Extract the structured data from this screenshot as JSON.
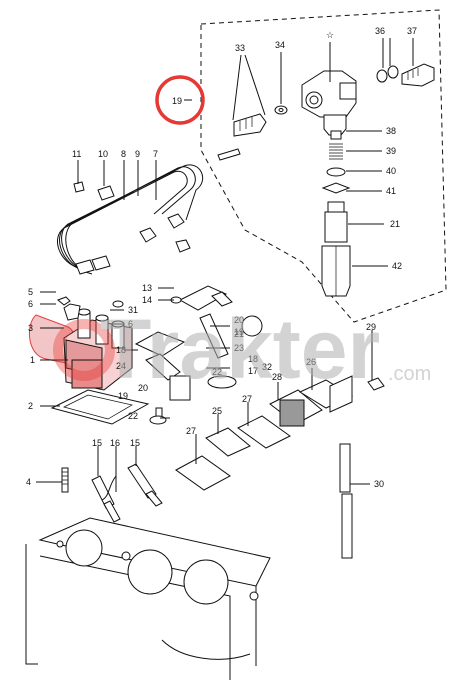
{
  "diagram": {
    "callouts": [
      {
        "id": "c33",
        "text": "33"
      },
      {
        "id": "c34",
        "text": "34"
      },
      {
        "id": "c35",
        "text": "☆"
      },
      {
        "id": "c36",
        "text": "36"
      },
      {
        "id": "c37",
        "text": "37"
      },
      {
        "id": "c38",
        "text": "38"
      },
      {
        "id": "c39",
        "text": "39"
      },
      {
        "id": "c40",
        "text": "40"
      },
      {
        "id": "c41",
        "text": "41"
      },
      {
        "id": "c21a",
        "text": "21"
      },
      {
        "id": "c42",
        "text": "42"
      },
      {
        "id": "c11",
        "text": "11"
      },
      {
        "id": "c10",
        "text": "10"
      },
      {
        "id": "c8",
        "text": "8"
      },
      {
        "id": "c9",
        "text": "9"
      },
      {
        "id": "c7",
        "text": "7"
      },
      {
        "id": "c5",
        "text": "5"
      },
      {
        "id": "c6a",
        "text": "6"
      },
      {
        "id": "c3",
        "text": "3"
      },
      {
        "id": "c1",
        "text": "1"
      },
      {
        "id": "c2",
        "text": "2"
      },
      {
        "id": "c4",
        "text": "4"
      },
      {
        "id": "c13",
        "text": "13"
      },
      {
        "id": "c14",
        "text": "14"
      },
      {
        "id": "c31",
        "text": "31"
      },
      {
        "id": "c6b",
        "text": "6"
      },
      {
        "id": "c18",
        "text": "18"
      },
      {
        "id": "c24",
        "text": "24"
      },
      {
        "id": "c20a",
        "text": "20"
      },
      {
        "id": "c19b",
        "text": "19"
      },
      {
        "id": "c22a",
        "text": "22"
      },
      {
        "id": "c20b",
        "text": "20"
      },
      {
        "id": "c19c",
        "text": "19"
      },
      {
        "id": "c21b",
        "text": "21"
      },
      {
        "id": "c23",
        "text": "23"
      },
      {
        "id": "c18b",
        "text": "18"
      },
      {
        "id": "c17",
        "text": "17"
      },
      {
        "id": "c22b",
        "text": "22"
      },
      {
        "id": "c32",
        "text": "32"
      },
      {
        "id": "c26",
        "text": "26"
      },
      {
        "id": "c28",
        "text": "28"
      },
      {
        "id": "c29",
        "text": "29"
      },
      {
        "id": "c27a",
        "text": "27"
      },
      {
        "id": "c25",
        "text": "25"
      },
      {
        "id": "c27b",
        "text": "27"
      },
      {
        "id": "c15a",
        "text": "15"
      },
      {
        "id": "c16",
        "text": "16"
      },
      {
        "id": "c15b",
        "text": "15"
      },
      {
        "id": "c30",
        "text": "30"
      }
    ],
    "highlight_label": "19",
    "highlight_color": "#e53935",
    "watermark": {
      "brand_main": "Trakter",
      "brand_suffix": ".com",
      "brand_color": "#b0b0b0",
      "logo_color": "#e53935"
    }
  }
}
